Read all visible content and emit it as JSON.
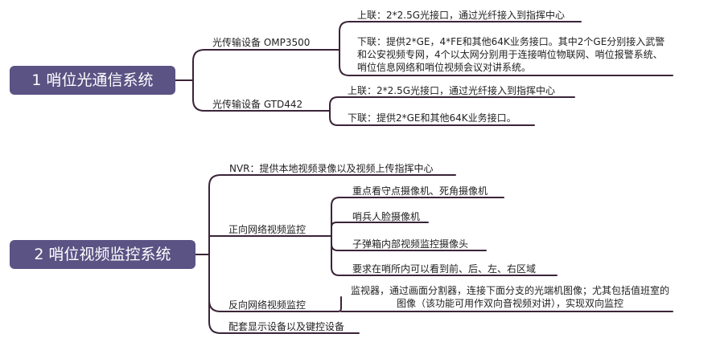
{
  "diagram": {
    "root1": {
      "title": "1 哨位光通信系统"
    },
    "root2": {
      "title": "2 哨位视频监控系统"
    },
    "b1": {
      "label": "光传输设备 OMP3500",
      "up": "上联：2*2.5G光接口，通过光纤接入到指挥中心",
      "down": "下联：提供2*GE，4*FE和其他64K业务接口。其中2个GE分别接入武警和公安视频专网，4个以太网分别用于连接哨位物联网、哨位报警系统、哨位信息网络和哨位视频会议对讲系统。"
    },
    "b2": {
      "label": "光传输设备 GTD442",
      "up": "上联：2*2.5G光接口，通过光纤接入到指挥中心",
      "down": "下联：提供2*GE和其他64K业务接口。"
    },
    "nvr": "NVR：提供本地视频录像以及视频上传指挥中心",
    "forward": {
      "label": "正向网络视频监控",
      "items": [
        "重点看守点摄像机、死角摄像机",
        "哨兵人脸摄像机",
        "子弹箱内部视频监控摄像头",
        "要求在哨所内可以看到前、后、左、右区域"
      ]
    },
    "reverse": {
      "label": "反向网络视频监控",
      "detail": "监视器，通过画面分割器，连接下面分支的光端机图像；尤其包括值班室的图像（该功能可用作双向音视频对讲），实现双向监控"
    },
    "support": "配套显示设备以及键控设备",
    "colors": {
      "node": "#5a5384",
      "line": "#3a2438"
    }
  }
}
